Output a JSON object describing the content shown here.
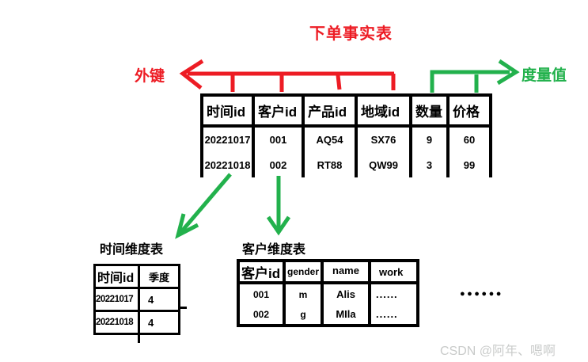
{
  "title": "下单事实表",
  "labels": {
    "foreign_key": "外键",
    "measure": "度量值",
    "ellipsis_dots": "●●●●●●"
  },
  "colors": {
    "red": "#ed1c24",
    "green": "#22b14c",
    "table_border": "#000000",
    "watermark": "#c9cbca"
  },
  "fact_table": {
    "headers": [
      "时间id",
      "客户id",
      "产品id",
      "地域id",
      "数量",
      "价格"
    ],
    "rows": [
      [
        "20221017",
        "001",
        "AQ54",
        "SX76",
        "9",
        "60"
      ],
      [
        "20221018",
        "002",
        "RT88",
        "QW99",
        "3",
        "99"
      ]
    ]
  },
  "time_dimension_table": {
    "title": "时间维度表",
    "headers": [
      "时间id",
      "季度"
    ],
    "rows": [
      [
        "20221017",
        "4"
      ],
      [
        "20221018",
        "4"
      ]
    ]
  },
  "customer_dimension_table": {
    "title": "客户维度表",
    "headers": [
      "客户id",
      "gender",
      "name",
      "work"
    ],
    "rows": [
      [
        "001",
        "m",
        "Alis",
        "......"
      ],
      [
        "002",
        "g",
        "MIla",
        "......"
      ]
    ]
  },
  "watermark": "CSDN @阿年、嗯啊"
}
